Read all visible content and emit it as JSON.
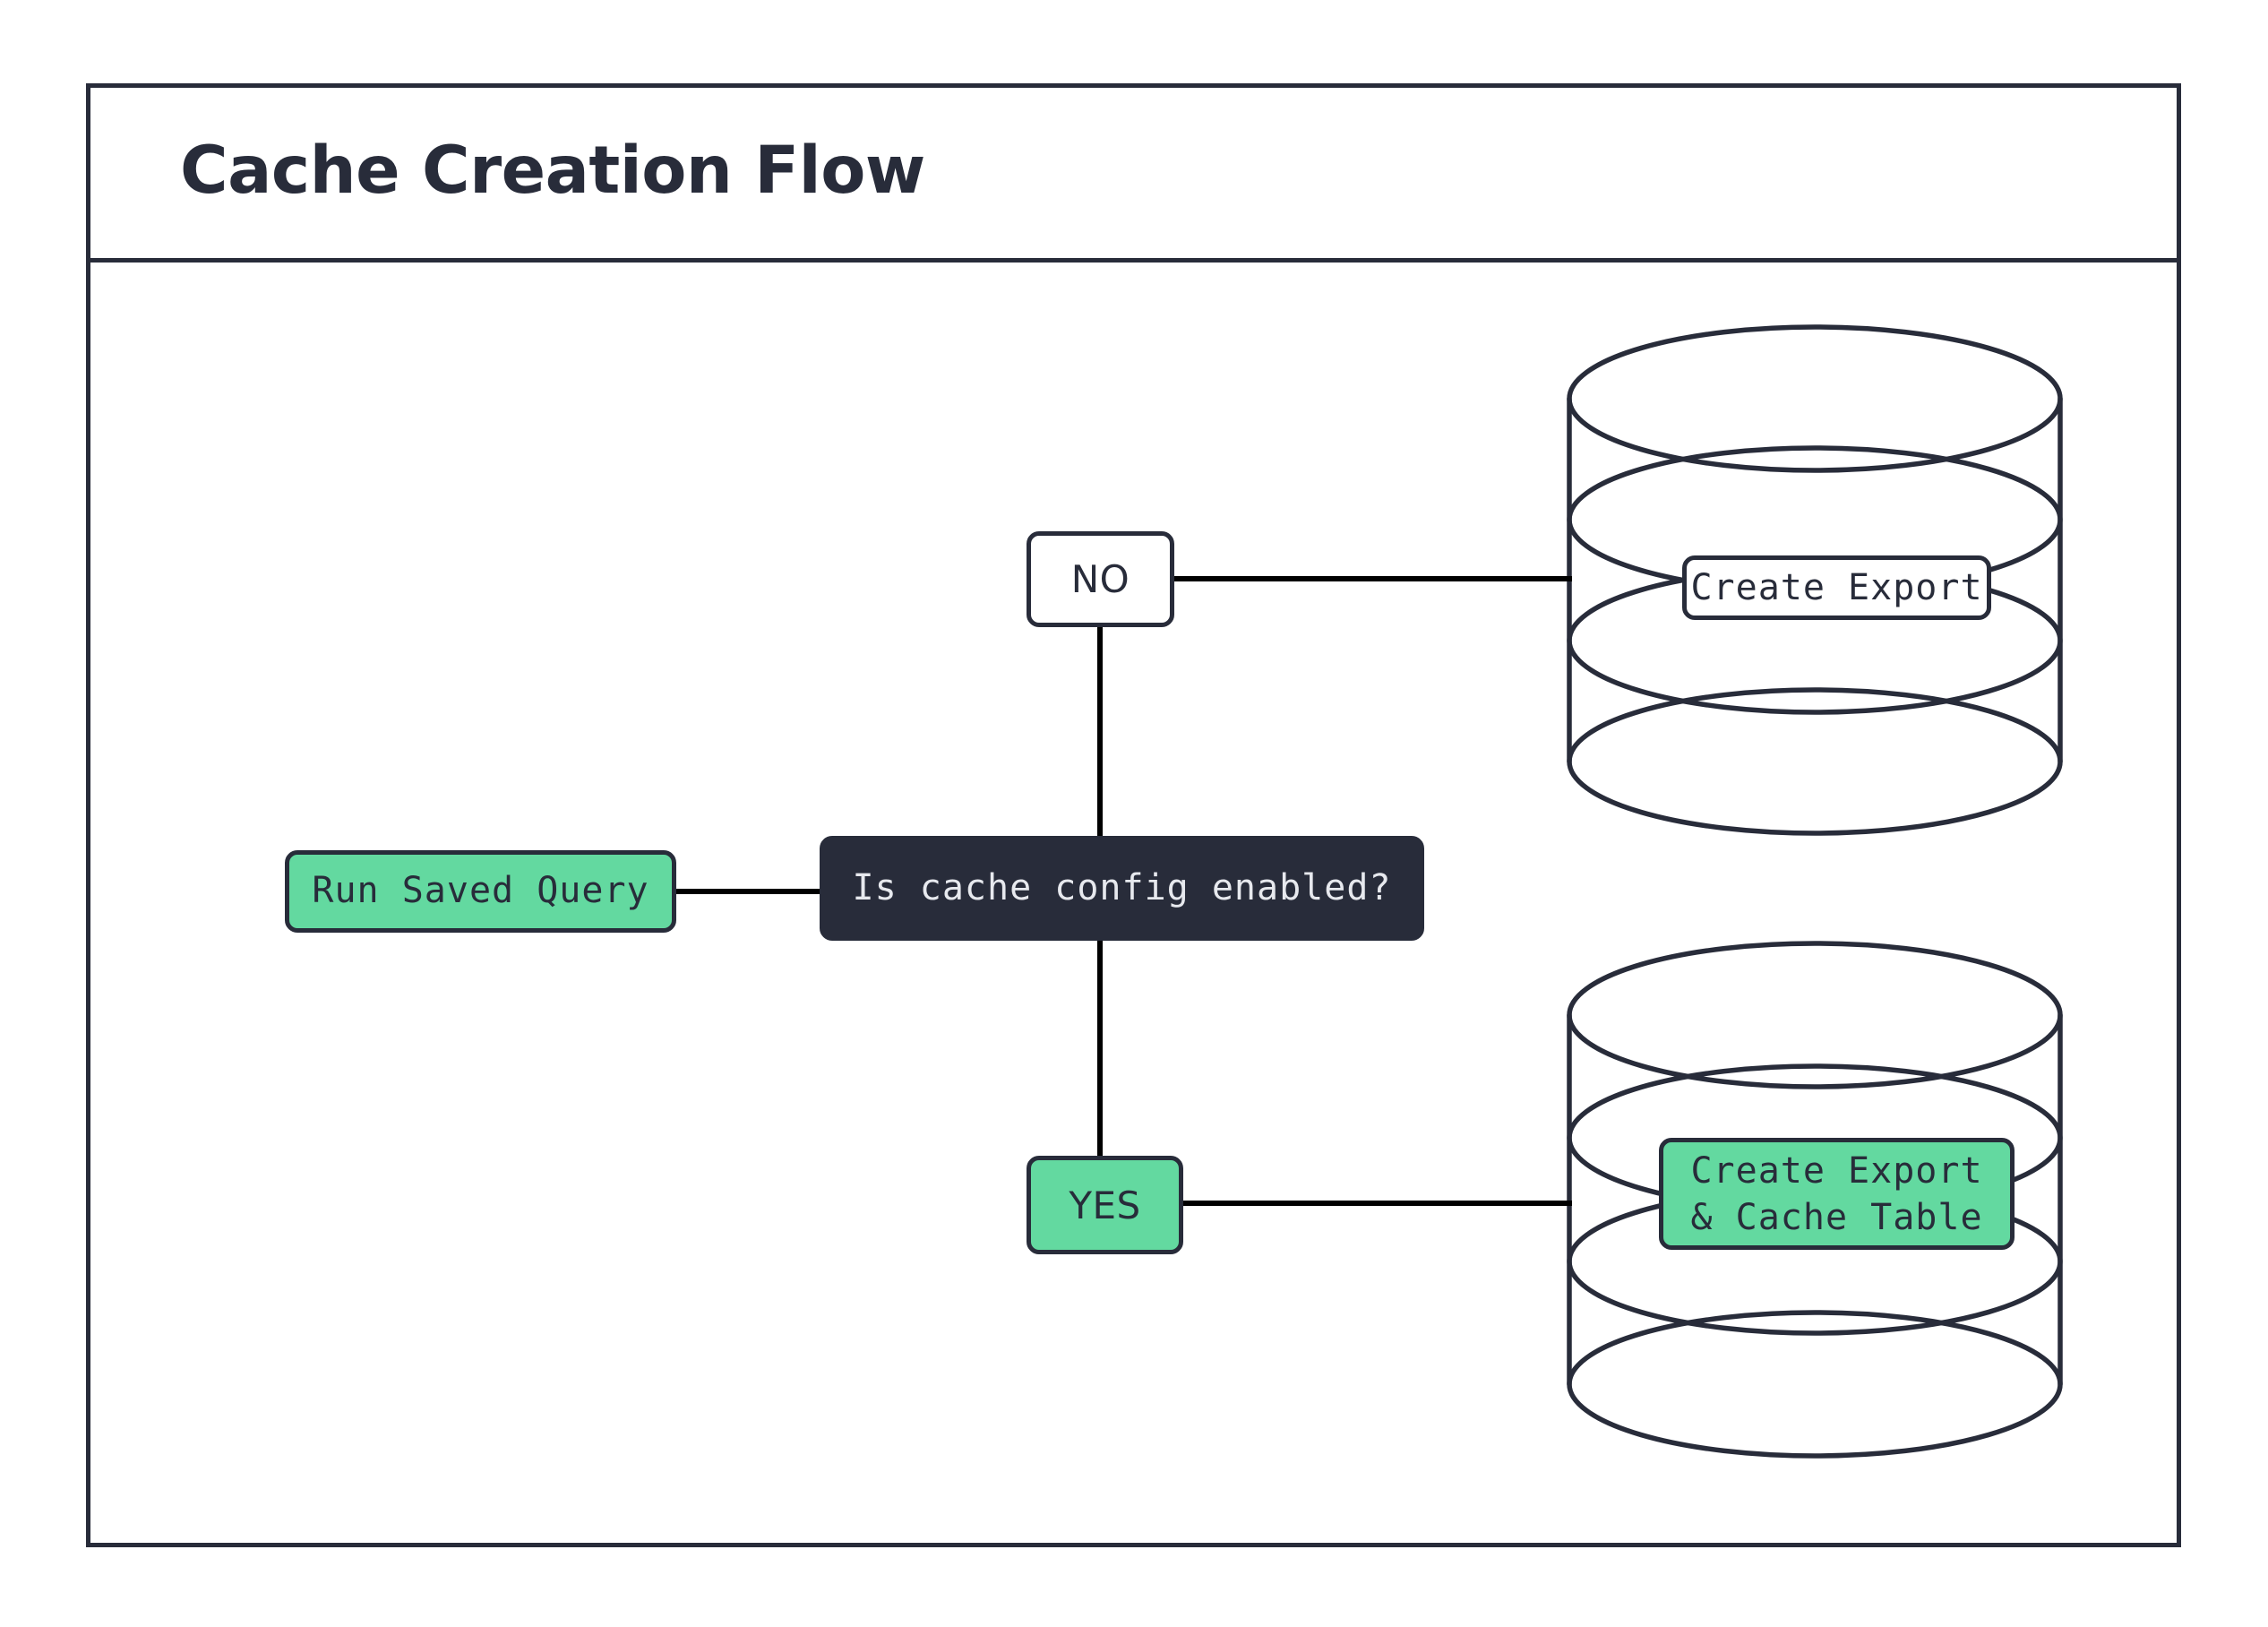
{
  "frame": {
    "title": "Cache Creation Flow"
  },
  "colors": {
    "stroke": "#282c3a",
    "green": "#63d9a0",
    "dark_fill": "#282c3a",
    "dark_text": "#282c3a",
    "light_text": "#e7e9ee",
    "white": "#ffffff",
    "connector": "#000000"
  },
  "nodes": {
    "run_saved_query": {
      "label": "Run Saved Query",
      "shape": "rounded-rect",
      "fill": "green"
    },
    "decision": {
      "label": "Is cache config enabled?",
      "shape": "rounded-rect",
      "fill": "dark"
    },
    "no_branch": {
      "label": "NO",
      "shape": "rounded-rect",
      "fill": "white"
    },
    "yes_branch": {
      "label": "YES",
      "shape": "rounded-rect",
      "fill": "green"
    },
    "create_export": {
      "label": "Create Export",
      "shape": "rounded-rect-on-cylinder",
      "fill": "white"
    },
    "create_export_cache_table": {
      "label": "Create Export\n& Cache Table",
      "shape": "rounded-rect-on-cylinder",
      "fill": "green"
    }
  },
  "cylinders": {
    "top": {
      "name": "database-cylinder-export",
      "rings": 4
    },
    "bottom": {
      "name": "database-cylinder-export-cache",
      "rings": 4
    }
  },
  "edges": [
    {
      "from": "run_saved_query",
      "to": "decision"
    },
    {
      "from": "decision",
      "to": "no_branch"
    },
    {
      "from": "decision",
      "to": "yes_branch"
    },
    {
      "from": "no_branch",
      "to": "create_export"
    },
    {
      "from": "yes_branch",
      "to": "create_export_cache_table"
    }
  ]
}
